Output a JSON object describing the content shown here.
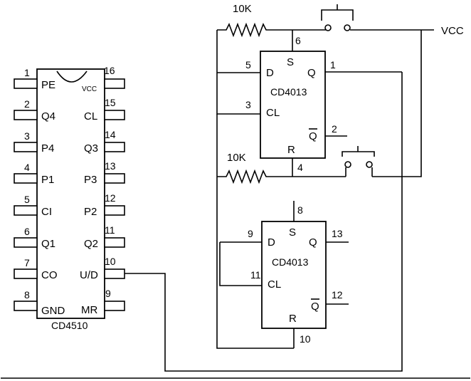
{
  "cd4510": {
    "name": "CD4510",
    "left_pins": [
      {
        "num": "1",
        "label": "PE"
      },
      {
        "num": "2",
        "label": "Q4"
      },
      {
        "num": "3",
        "label": "P4"
      },
      {
        "num": "4",
        "label": "P1"
      },
      {
        "num": "5",
        "label": "CI"
      },
      {
        "num": "6",
        "label": "Q1"
      },
      {
        "num": "7",
        "label": "CO"
      },
      {
        "num": "8",
        "label": "GND"
      }
    ],
    "right_pins": [
      {
        "num": "16",
        "label": "VCC"
      },
      {
        "num": "15",
        "label": "CL"
      },
      {
        "num": "14",
        "label": "Q3"
      },
      {
        "num": "13",
        "label": "P3"
      },
      {
        "num": "12",
        "label": "P2"
      },
      {
        "num": "11",
        "label": "Q2"
      },
      {
        "num": "10",
        "label": "U/D"
      },
      {
        "num": "9",
        "label": "MR"
      }
    ]
  },
  "ff_top": {
    "name": "CD4013",
    "pins": {
      "S": "S",
      "D": "D",
      "Q": "Q",
      "CL": "CL",
      "QN": "Q",
      "R": "R"
    },
    "nums": {
      "S": "6",
      "D": "5",
      "Q": "1",
      "CL": "3",
      "QN": "2",
      "R": "4"
    }
  },
  "ff_bottom": {
    "name": "CD4013",
    "pins": {
      "S": "S",
      "D": "D",
      "Q": "Q",
      "CL": "CL",
      "QN": "Q",
      "R": "R"
    },
    "nums": {
      "S": "8",
      "D": "9",
      "Q": "13",
      "CL": "11",
      "QN": "12",
      "R": "10"
    }
  },
  "resistor_top": "10K",
  "resistor_bottom": "10K",
  "vcc_label": "VCC"
}
